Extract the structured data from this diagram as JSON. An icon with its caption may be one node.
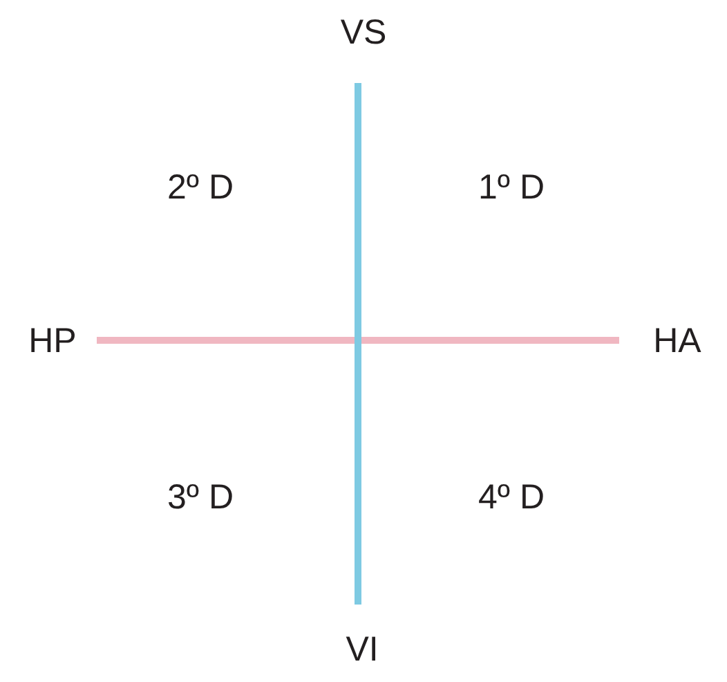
{
  "diagram": {
    "labels": [
      "VS",
      "2º D",
      "1º D",
      "HP",
      "HA",
      "3º D",
      "4º D",
      "VI"
    ]
  }
}
